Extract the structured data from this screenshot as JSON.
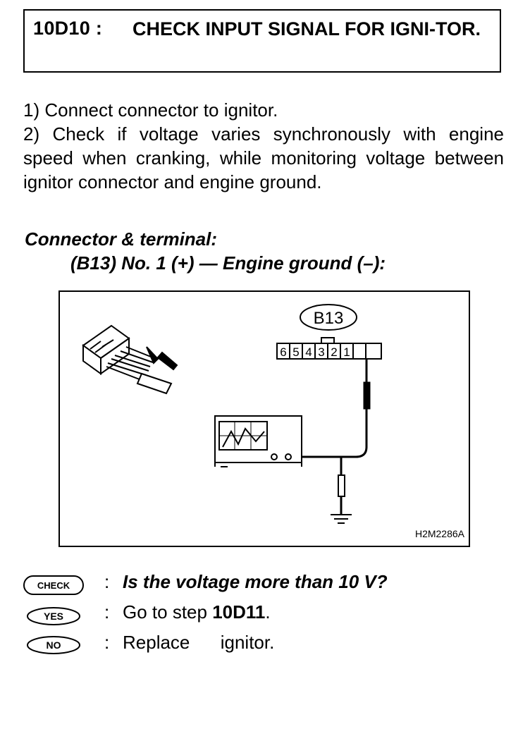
{
  "header": {
    "step_id": "10D10 :",
    "title": "CHECK INPUT SIGNAL FOR IGNI-TOR."
  },
  "procedure": {
    "step1": "1) Connect connector to ignitor.",
    "step2": "2) Check if voltage varies synchronously with engine speed when cranking, while monitoring voltage between ignitor connector and engine ground."
  },
  "connector": {
    "label": "Connector & terminal:",
    "spec": "(B13) No. 1 (+) — Engine ground (–):"
  },
  "figure": {
    "connector_id": "B13",
    "pins": [
      "6",
      "5",
      "4",
      "3",
      "2",
      "1"
    ],
    "figure_code": "H2M2286A"
  },
  "checks": {
    "check_badge": "CHECK",
    "yes_badge": "YES",
    "no_badge": "NO",
    "separator": ":",
    "question": "Is the voltage more than 10 V?",
    "yes_prefix": "Go to step ",
    "yes_step": "10D11",
    "yes_suffix": ".",
    "no_action": "Replace      ignitor."
  }
}
